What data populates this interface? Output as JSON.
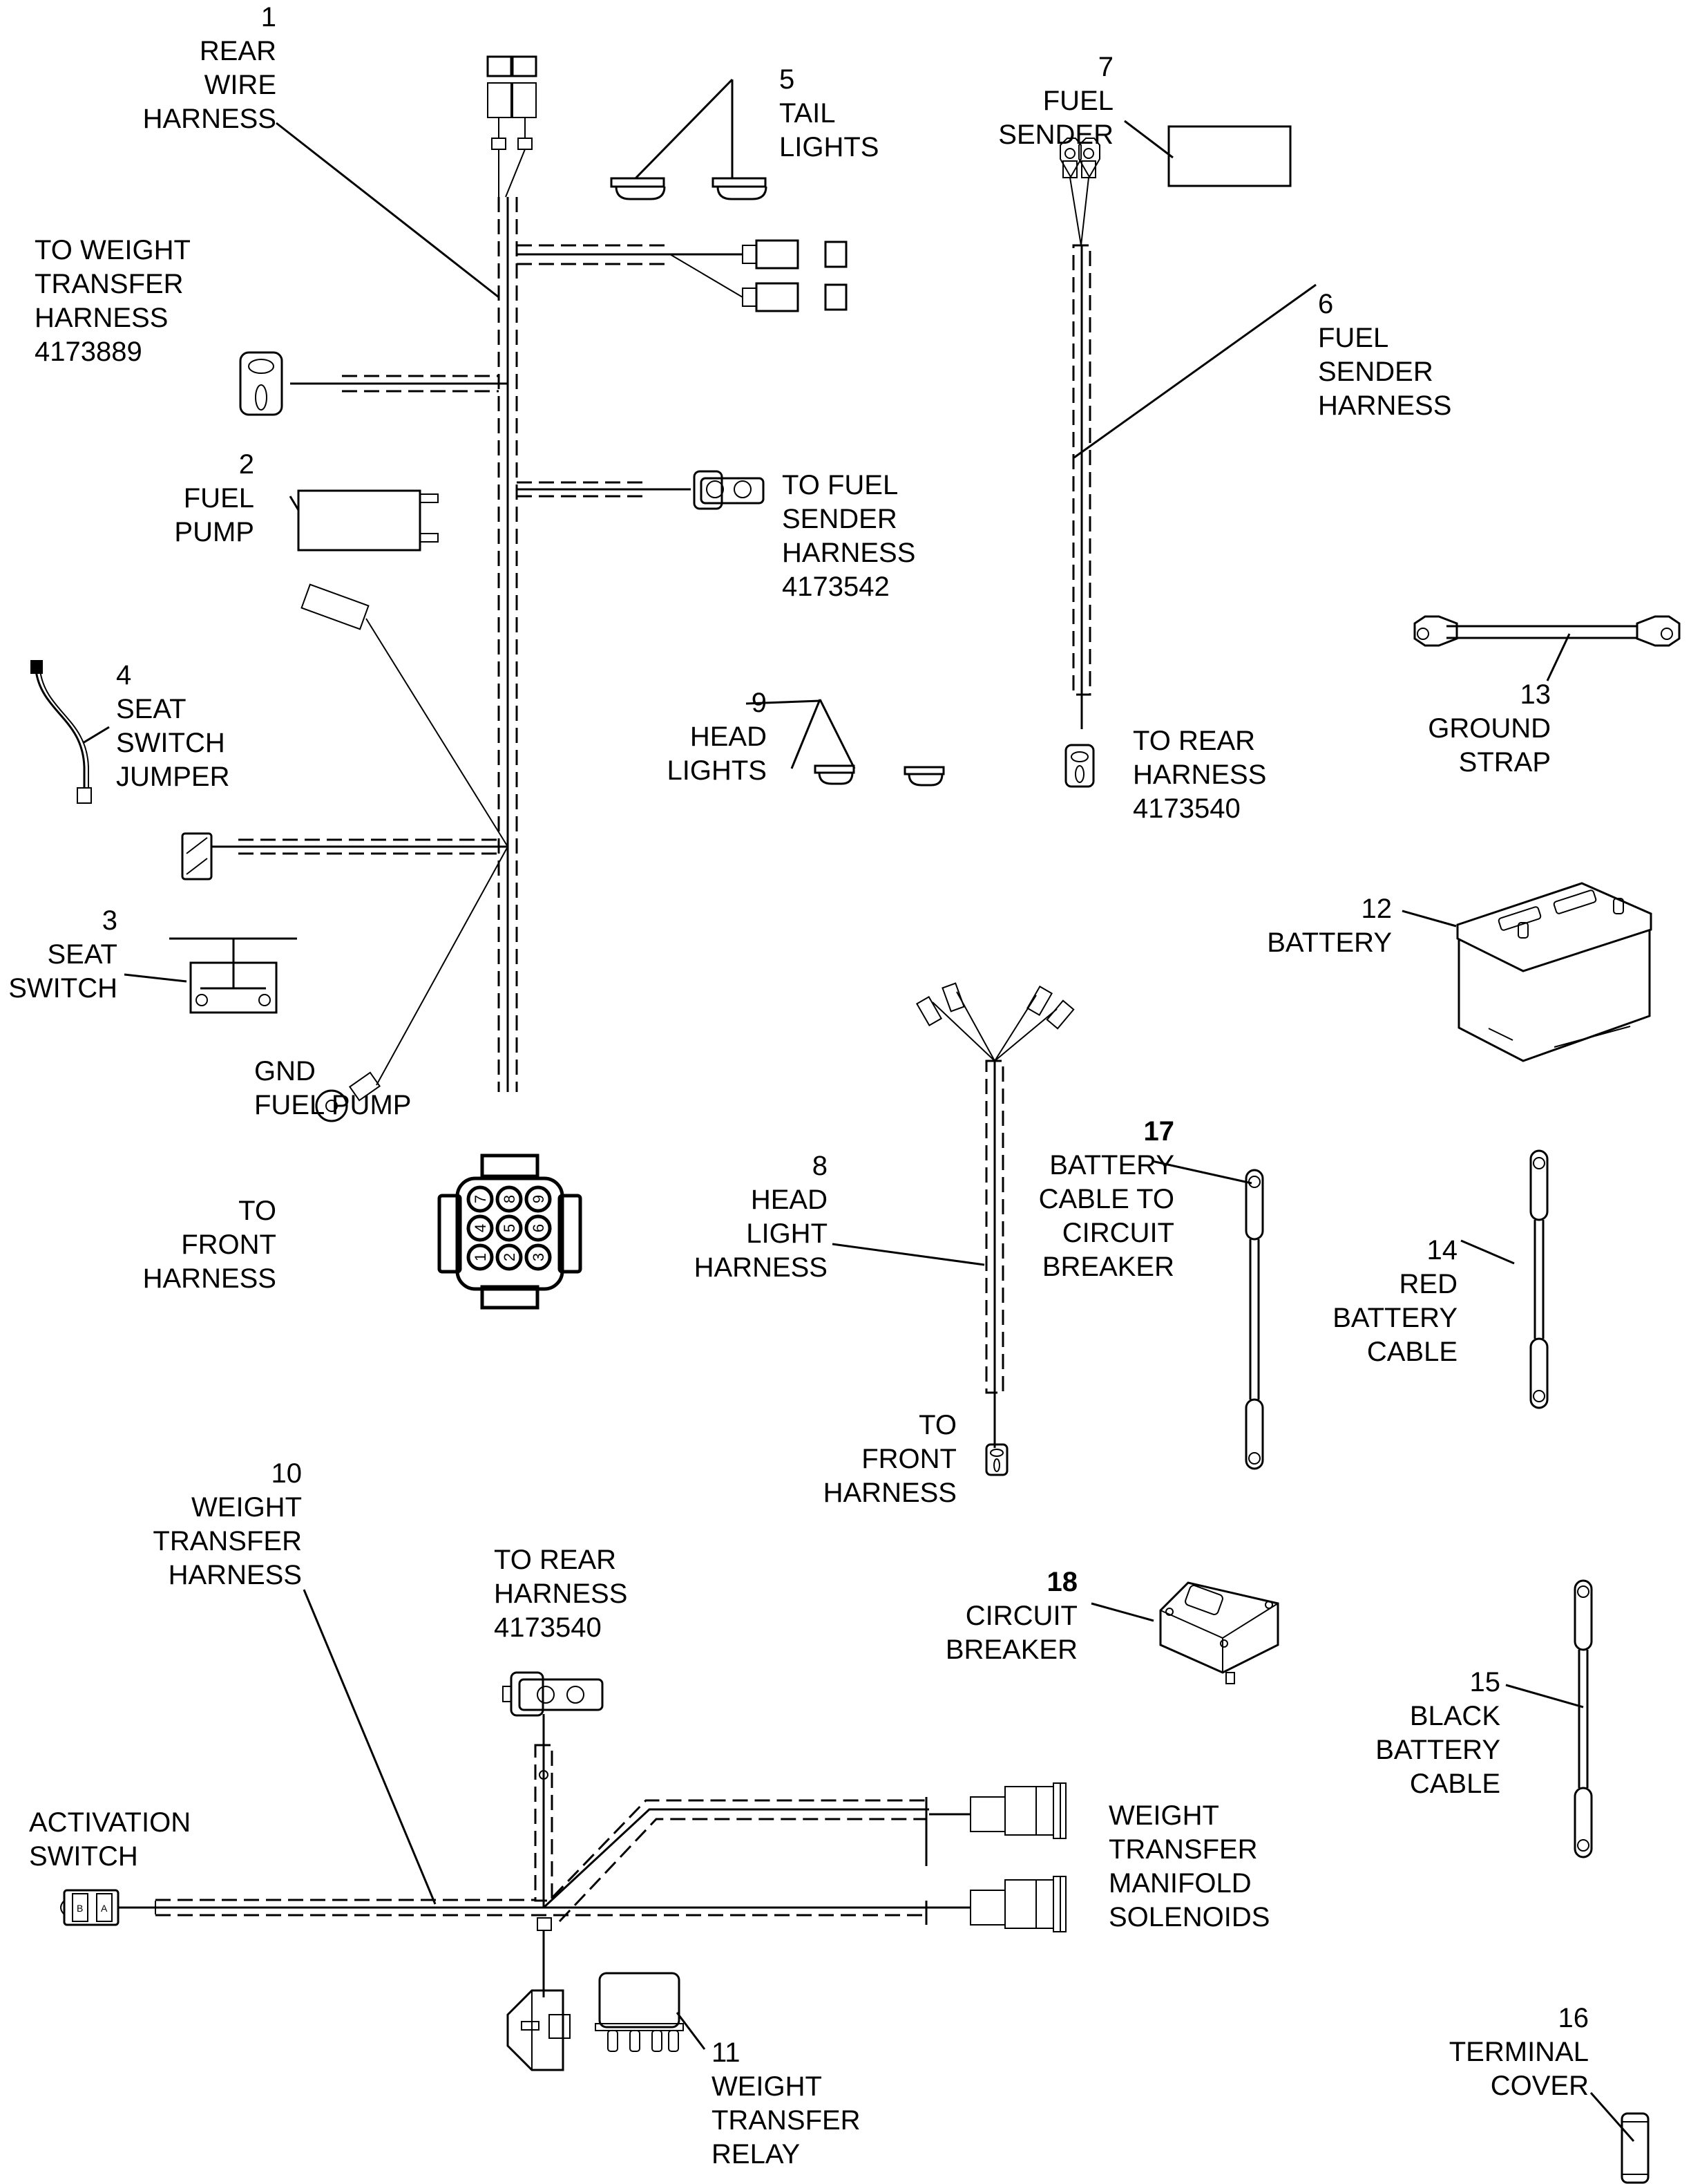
{
  "title": "Rear wiring harness parts diagram",
  "parts": [
    {
      "id": "rear-wire-harness",
      "number": "1",
      "lines": [
        "REAR",
        "WIRE",
        "HARNESS"
      ]
    },
    {
      "id": "fuel-pump",
      "number": "2",
      "lines": [
        "FUEL",
        "PUMP"
      ]
    },
    {
      "id": "seat-switch",
      "number": "3",
      "lines": [
        "SEAT",
        "SWITCH"
      ]
    },
    {
      "id": "seat-switch-jumper",
      "number": "4",
      "lines": [
        "SEAT",
        "SWITCH",
        "JUMPER"
      ]
    },
    {
      "id": "tail-lights",
      "number": "5",
      "lines": [
        "TAIL",
        "LIGHTS"
      ]
    },
    {
      "id": "fuel-sender-harness",
      "number": "6",
      "lines": [
        "FUEL",
        "SENDER",
        "HARNESS"
      ]
    },
    {
      "id": "fuel-sender",
      "number": "7",
      "lines": [
        "FUEL",
        "SENDER"
      ]
    },
    {
      "id": "head-light-harness",
      "number": "8",
      "lines": [
        "HEAD",
        "LIGHT",
        "HARNESS"
      ]
    },
    {
      "id": "head-lights",
      "number": "9",
      "lines": [
        "HEAD",
        "LIGHTS"
      ]
    },
    {
      "id": "weight-transfer-harness",
      "number": "10",
      "lines": [
        "WEIGHT",
        "TRANSFER",
        "HARNESS"
      ]
    },
    {
      "id": "weight-transfer-relay",
      "number": "11",
      "lines": [
        "WEIGHT",
        "TRANSFER",
        "RELAY"
      ]
    },
    {
      "id": "battery",
      "number": "12",
      "lines": [
        "BATTERY"
      ]
    },
    {
      "id": "ground-strap",
      "number": "13",
      "lines": [
        "GROUND",
        "STRAP"
      ]
    },
    {
      "id": "red-battery-cable",
      "number": "14",
      "lines": [
        "RED",
        "BATTERY",
        "CABLE"
      ]
    },
    {
      "id": "black-battery-cable",
      "number": "15",
      "lines": [
        "BLACK",
        "BATTERY",
        "CABLE"
      ]
    },
    {
      "id": "terminal-cover",
      "number": "16",
      "lines": [
        "TERMINAL",
        "COVER"
      ]
    },
    {
      "id": "battery-cable-to-circuit-breaker",
      "number": "17",
      "lines": [
        "BATTERY",
        "CABLE TO",
        "CIRCUIT",
        "BREAKER"
      ]
    },
    {
      "id": "circuit-breaker",
      "number": "18",
      "lines": [
        "CIRCUIT",
        "BREAKER"
      ]
    }
  ],
  "notes": {
    "to_weight_transfer": [
      "TO WEIGHT",
      "TRANSFER",
      "HARNESS",
      "4173889"
    ],
    "to_fuel_sender": [
      "TO FUEL",
      "SENDER",
      "HARNESS",
      "4173542"
    ],
    "gnd_fuel_pump": [
      "GND",
      "FUEL PUMP"
    ],
    "to_front_main": [
      "TO",
      "FRONT",
      "HARNESS"
    ],
    "to_rear_fuel": [
      "TO REAR",
      "HARNESS",
      "4173540"
    ],
    "to_front_headlight": [
      "TO",
      "FRONT",
      "HARNESS"
    ],
    "to_rear_weight": [
      "TO REAR",
      "HARNESS",
      "4173540"
    ],
    "activation_switch": [
      "ACTIVATION",
      "SWITCH"
    ],
    "manifold_solenoids": [
      "WEIGHT",
      "TRANSFER",
      "MANIFOLD",
      "SOLENOIDS"
    ]
  },
  "connector_pins": [
    "7",
    "8",
    "9",
    "4",
    "5",
    "6",
    "1",
    "2",
    "3"
  ],
  "switch_pins": [
    "B",
    "A"
  ]
}
